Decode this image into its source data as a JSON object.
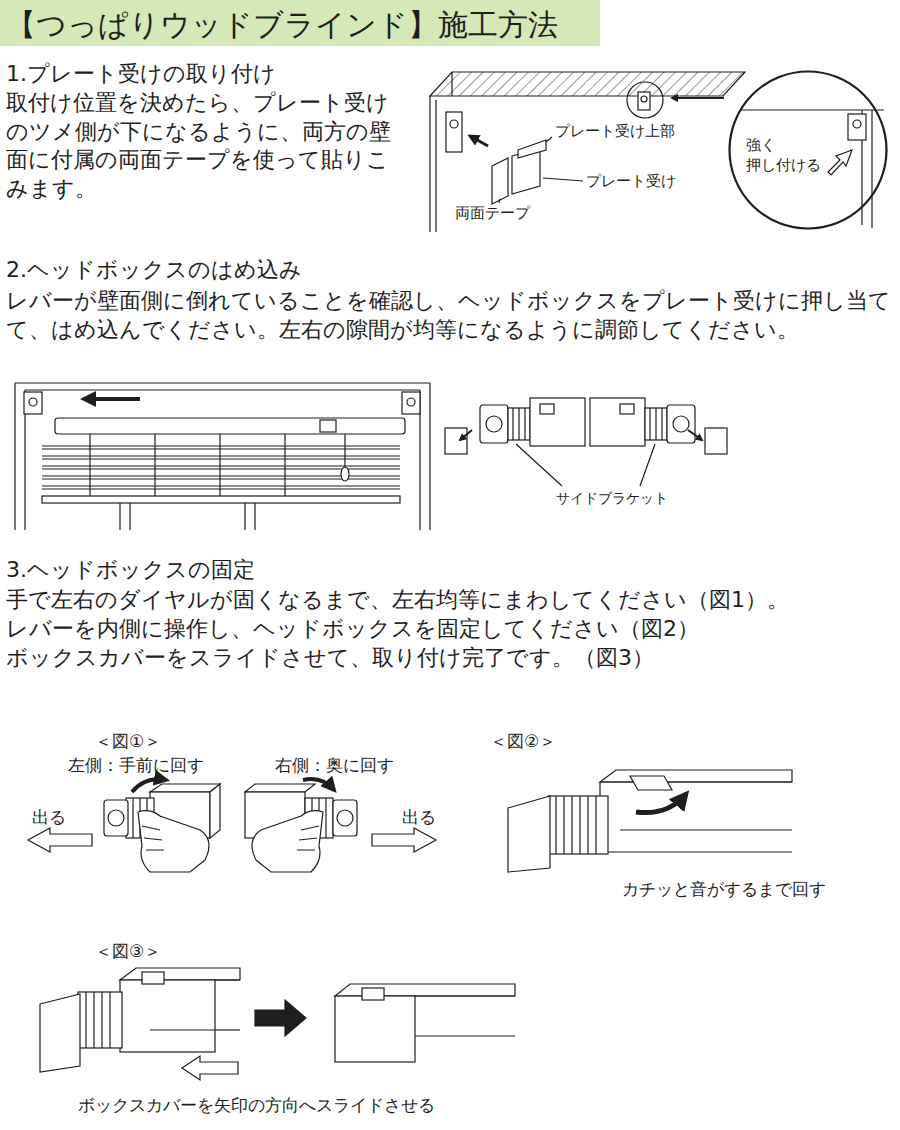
{
  "diagram": {
    "title": "【つっぱりウッドブラインド】施工方法",
    "nodes": [
      {
        "text": [
          "強く 押し付ける"
        ]
      }
    ],
    "labels": [
      "1.プレート受けの取り付け",
      "取付け位置を決めたら、プレート受けのツメ側が下になるように、両方の壁面に付属の両面テープを使って貼りこみます。",
      "プレート受け上部",
      "プレート受け",
      "両面テープ",
      "2.ヘッドボックスのはめ込み",
      "レバーが壁面側に倒れていることを確認し、ヘッドボックスをプレート受けに押し当てて、はめ込んでください。左右の隙間が均等になるように調節してください。",
      "サイドブラケット",
      "3.ヘッドボックスの固定",
      "手で左右のダイヤルが固くなるまで、左右均等にまわしてください（図1）。",
      "レバーを内側に操作し、ヘッドボックスを固定してください（図2）",
      "ボックスカバーをスライドさせて、取り付け完了です。（図3）",
      "＜図①＞",
      "左側：手前に回す",
      "右側：奥に回す",
      "出る",
      "出る",
      "＜図②＞",
      "カチッと音がするまで回す",
      "＜図③＞",
      "ボックスカバーを矢印の方向へスライドさせる"
    ]
  }
}
